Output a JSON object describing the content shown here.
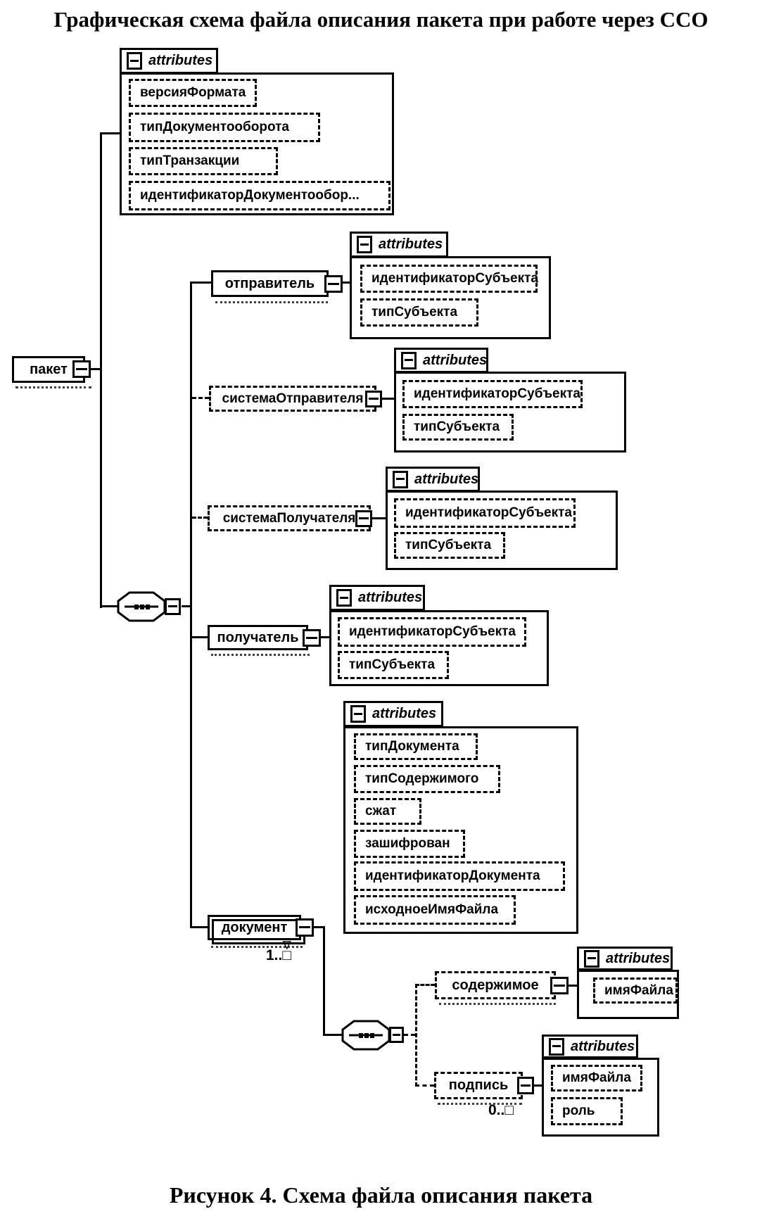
{
  "page": {
    "title": "Графическая схема файла описания пакета при работе через ССО",
    "caption": "Рисунок 4. Схема файла описания пакета"
  },
  "labels": {
    "attributes": "attributes"
  },
  "colors": {
    "ink": "#000000",
    "paper": "#ffffff"
  },
  "paket": {
    "name": "пакет",
    "attributes": [
      "версияФормата",
      "типДокументооборота",
      "типТранзакции",
      "идентификаторДокументообор..."
    ]
  },
  "otpravitel": {
    "name": "отправитель",
    "attributes": [
      "идентификаторСубъекта",
      "типСубъекта"
    ]
  },
  "sistemaOtpravitelya": {
    "name": "системаОтправителя",
    "attributes": [
      "идентификаторСубъекта",
      "типСубъекта"
    ]
  },
  "sistemaPoluchatelya": {
    "name": "системаПолучателя",
    "attributes": [
      "идентификаторСубъекта",
      "типСубъекта"
    ]
  },
  "poluchatel": {
    "name": "получатель",
    "attributes": [
      "идентификаторСубъекта",
      "типСубъекта"
    ]
  },
  "dokument": {
    "name": "документ",
    "occurrence": "1..□",
    "attributes": [
      "типДокумента",
      "типСодержимого",
      "сжат",
      "зашифрован",
      "идентификаторДокумента",
      "исходноеИмяФайла"
    ]
  },
  "soderzhimoe": {
    "name": "содержимое",
    "attributes": [
      "имяФайла"
    ]
  },
  "podpis": {
    "name": "подпись",
    "occurrence": "0..□",
    "attributes": [
      "имяФайла",
      "роль"
    ]
  }
}
